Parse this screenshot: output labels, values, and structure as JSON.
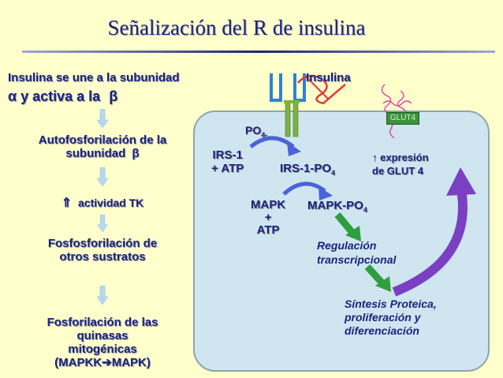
{
  "title": "Señalización del R de insulina",
  "left": {
    "intro_line1": "Insulina se une a la subunidad",
    "intro_alpha": "α",
    "intro_line2": "y activa a la",
    "intro_beta": "β",
    "step1_line1": "Autofosforilación de la",
    "step1_line2": "subunidad",
    "step1_beta": "β",
    "step2_arrow": "⇑",
    "step2_text": "actividad TK",
    "step3_line1": "Fosfosforilación de",
    "step3_line2": "otros sustratos",
    "step4_line1": "Fosforilación de las",
    "step4_line2": "quinasas",
    "step4_line3": "mitogénicas",
    "step4_line4": "(MAPKK",
    "step4_arrow": "➔",
    "step4_line5": "MAPK)"
  },
  "cell": {
    "insulina": "Insulina",
    "po4": "PO",
    "po4_sub": "4-",
    "irs1_line1": "IRS-1",
    "irs1_line2": "+ ATP",
    "irs1_po4": "IRS-1-PO",
    "irs1_po4_sub": "4",
    "mapk_line1": "MAPK",
    "mapk_line2": "+",
    "mapk_line3": "ATP",
    "mapk_po4": "MAPK-PO",
    "mapk_po4_sub": "4",
    "glut4_label": "GLUT4",
    "expr_arrow": "↑",
    "expr_line1": "expresión",
    "expr_line2": "de GLUT 4",
    "reg_line1": "Regulación",
    "reg_line2": "transcripcional",
    "sint_line1": "Síntesis Proteica,",
    "sint_line2": "proliferación y",
    "sint_line3": "diferenciación"
  },
  "colors": {
    "background": "#ffffcc",
    "navy_text": "#1a237e",
    "cell_fill": "#cfe5f0",
    "receptor_blue": "#2f80d8",
    "receptor_green": "#7cb342",
    "insulin_red": "#e53935",
    "arrow_blue": "#4a63d8",
    "arrow_green": "#2e9e3e",
    "arrow_purple": "#7b3fc4",
    "down_arrow": "#b3d9f2"
  }
}
